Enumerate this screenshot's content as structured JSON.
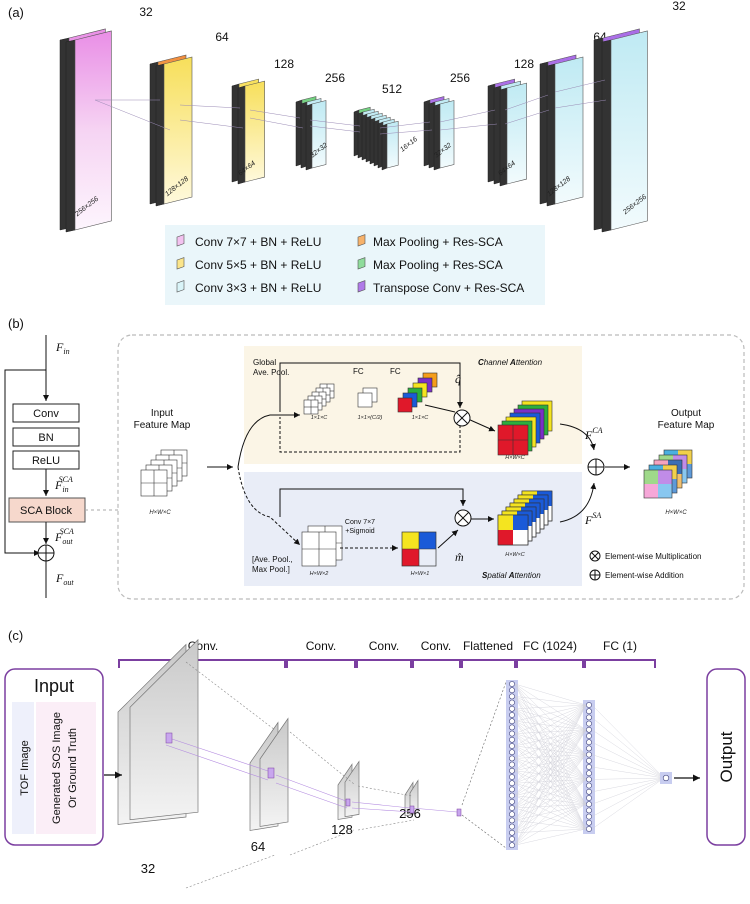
{
  "panel_a": {
    "label": "(a)",
    "channels": [
      "32",
      "64",
      "128",
      "256",
      "512",
      "256",
      "128",
      "64",
      "32"
    ],
    "sizes": [
      "256×256",
      "128×128",
      "64×64",
      "32×32",
      "16×16",
      "32×32",
      "64×64",
      "128×128",
      "256×256"
    ],
    "legend": [
      "Conv 7×7 + BN + ReLU",
      "Conv 5×5 + BN + ReLU",
      "Conv 3×3 + BN + ReLU",
      "Max Pooling + Res-SCA",
      "Max Pooling + Res-SCA",
      "Transpose Conv + Res-SCA"
    ],
    "colors": {
      "pink": "#f3c2f0",
      "orange": "#f7b26a",
      "yellow": "#fbe58a",
      "cyan": "#d9f4f8",
      "green": "#8fdc9b",
      "purple": "#b07ae8",
      "legend_bg": "#eaf6fa"
    }
  },
  "panel_b": {
    "label": "(b)",
    "f_in": "F",
    "f_in_sub": "in",
    "conv": "Conv",
    "bn": "BN",
    "relu": "ReLU",
    "f_in_sca": "F",
    "f_in_sca_sub": "in",
    "f_in_sca_sup": "SCA",
    "sca_block": "SCA Block",
    "f_out_sca": "F",
    "f_out_sca_sub": "out",
    "f_out_sca_sup": "SCA",
    "f_out": "F",
    "f_out_sub": "out",
    "input_map": [
      "Input",
      "Feature Map"
    ],
    "input_dim": "H×W×C",
    "global_pool": [
      "Global",
      "Ave. Pool."
    ],
    "fc1": "FC",
    "fc2": "FC",
    "d_1x1xc": "1×1×C",
    "d_half": "1×1×(C/2)",
    "d_1x1xc_2": "1×1×C",
    "q_hat": "q̂",
    "channel_att_1": "C",
    "channel_att_1_rest": "hannel ",
    "channel_att_2": "A",
    "channel_att_2_rest": "ttention",
    "ca_dim": "H×W×C",
    "f_ca": "F",
    "f_ca_sup": "CA",
    "f_sa": "F",
    "f_sa_sup": "SA",
    "output_map": [
      "Output",
      "Feature Map"
    ],
    "output_dim": "H×W×C",
    "conv77": [
      "Conv 7×7",
      "+Sigmoid"
    ],
    "pool_label": [
      "[Ave. Pool.,",
      "Max Pool.]"
    ],
    "d_hw2": "H×W×2",
    "d_hw1": "H×W×1",
    "m_hat": "m̂",
    "sa_dim": "H×W×C",
    "spatial_att_1": "S",
    "spatial_att_1_rest": "patial ",
    "spatial_att_2": "A",
    "spatial_att_2_rest": "ttention",
    "mult_legend": "Element-wise Multiplication",
    "add_legend": "Element-wise Addition",
    "colors": {
      "channel_bg": "#fbf5e6",
      "spatial_bg": "#e9edf7",
      "block_fill": "#f6d8cc"
    }
  },
  "panel_c": {
    "label": "(c)",
    "groups": [
      "Conv.",
      "Conv.",
      "Conv.",
      "Conv.",
      "Flattened",
      "FC (1024)",
      "FC (1)"
    ],
    "input_title": "Input",
    "input_items": [
      "TOF Image",
      "Generated SOS Image",
      "Or Ground Truth"
    ],
    "output_title": "Output",
    "layer_labels": [
      "32",
      "64",
      "128",
      "256"
    ],
    "colors": {
      "bracket": "#7b3fa0",
      "node": "#c8cdf0"
    }
  }
}
